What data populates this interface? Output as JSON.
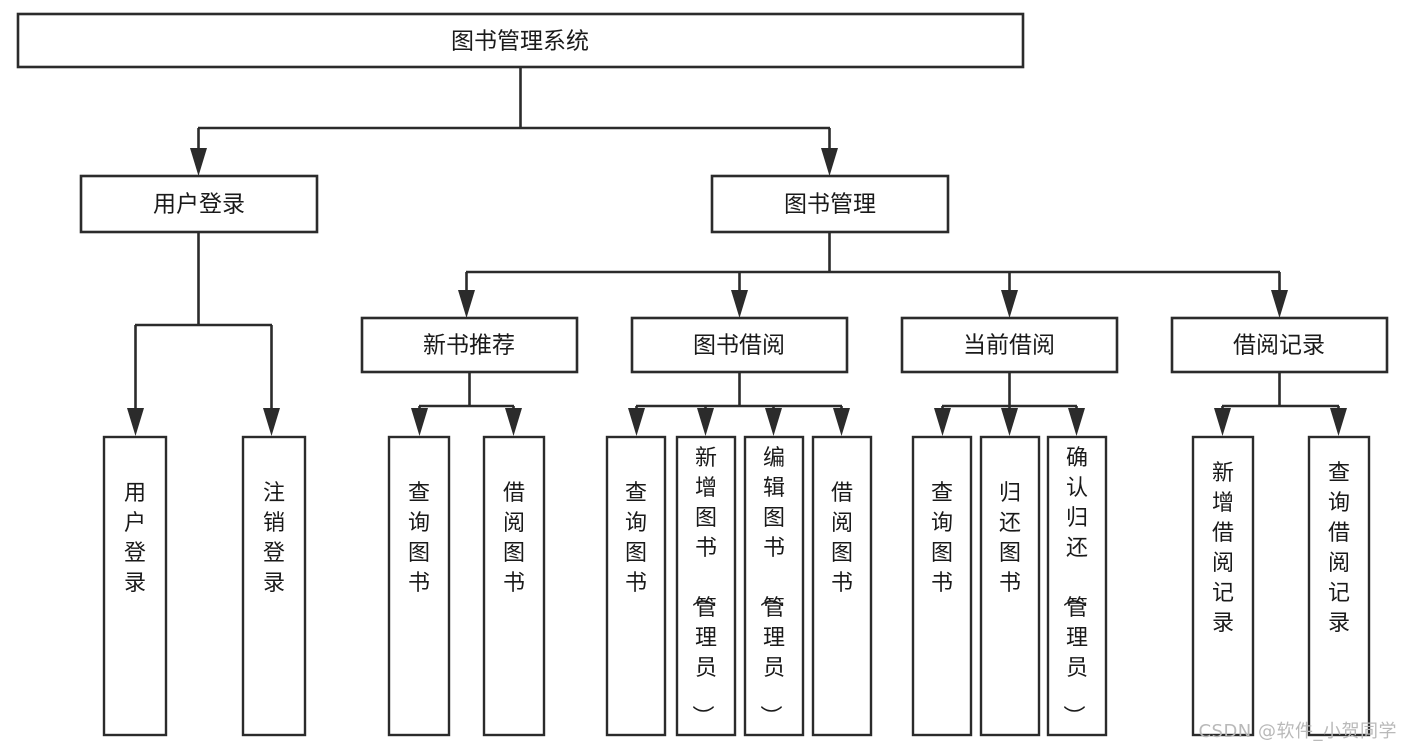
{
  "diagram": {
    "type": "hierarchy-tree",
    "title_node": {
      "label": "图书管理系统"
    },
    "level2": [
      {
        "id": "user-login",
        "label": "用户登录"
      },
      {
        "id": "book-management",
        "label": "图书管理"
      }
    ],
    "level3": [
      {
        "id": "new-book-recommend",
        "label": "新书推荐",
        "parent": "book-management"
      },
      {
        "id": "book-borrow",
        "label": "图书借阅",
        "parent": "book-management"
      },
      {
        "id": "current-borrow",
        "label": "当前借阅",
        "parent": "book-management"
      },
      {
        "id": "borrow-record",
        "label": "借阅记录",
        "parent": "book-management"
      }
    ],
    "leaves": {
      "user-login": [
        {
          "id": "leaf-user-login",
          "label": "用户登录"
        },
        {
          "id": "leaf-logout",
          "label": "注销登录"
        }
      ],
      "new-book-recommend": [
        {
          "id": "leaf-query-book-1",
          "label": "查询图书"
        },
        {
          "id": "leaf-borrow-book-1",
          "label": "借阅图书"
        }
      ],
      "book-borrow": [
        {
          "id": "leaf-query-book-2",
          "label": "查询图书"
        },
        {
          "id": "leaf-add-book",
          "label": "新增图书（管理员）"
        },
        {
          "id": "leaf-edit-book",
          "label": "编辑图书（管理员）"
        },
        {
          "id": "leaf-borrow-book-2",
          "label": "借阅图书"
        }
      ],
      "current-borrow": [
        {
          "id": "leaf-query-book-3",
          "label": "查询图书"
        },
        {
          "id": "leaf-return-book",
          "label": "归还图书"
        },
        {
          "id": "leaf-confirm-return",
          "label": "确认归还（管理员）"
        }
      ],
      "borrow-record": [
        {
          "id": "leaf-add-record",
          "label": "新增借阅记录"
        },
        {
          "id": "leaf-query-record",
          "label": "查询借阅记录"
        }
      ]
    },
    "colors": {
      "stroke": "#2b2b2b",
      "fill": "#ffffff",
      "text": "#1a1a1a",
      "watermark": "#b9b9b9"
    }
  },
  "watermark": {
    "text": "CSDN @软件_小贺同学"
  }
}
